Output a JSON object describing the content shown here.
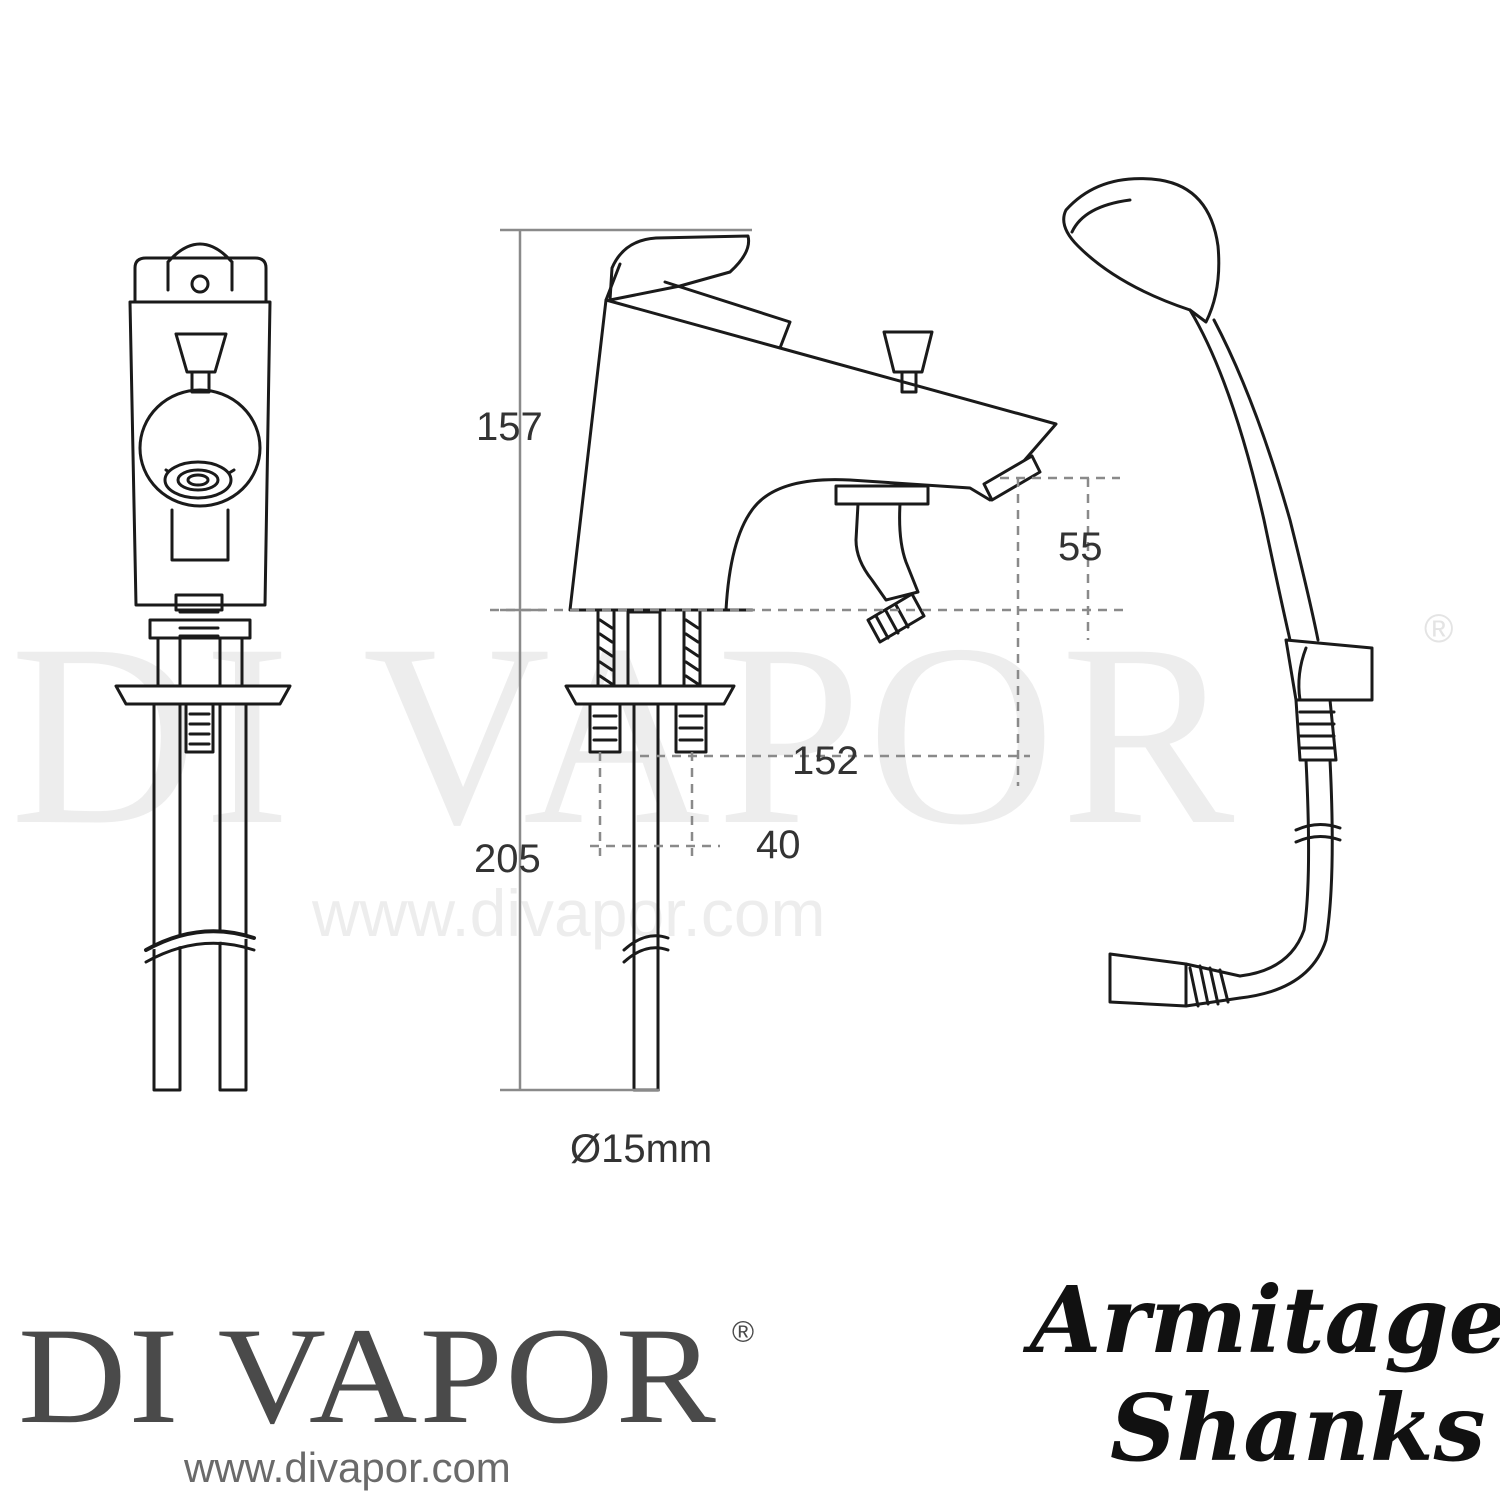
{
  "watermark": {
    "name": "DI VAPOR",
    "registered": "®",
    "url": "www.divapor.com"
  },
  "dimensions": {
    "height_above_deck": "157",
    "spout_clearance": "55",
    "spout_projection": "152",
    "tail_length": "205",
    "tail_centres": "40",
    "tail_diameter": "Ø15mm"
  },
  "footer": {
    "logo_name": "DI VAPOR",
    "logo_registered": "®",
    "logo_url": "www.divapor.com",
    "brand_line1": "Armitage",
    "brand_line2": "Shanks"
  }
}
